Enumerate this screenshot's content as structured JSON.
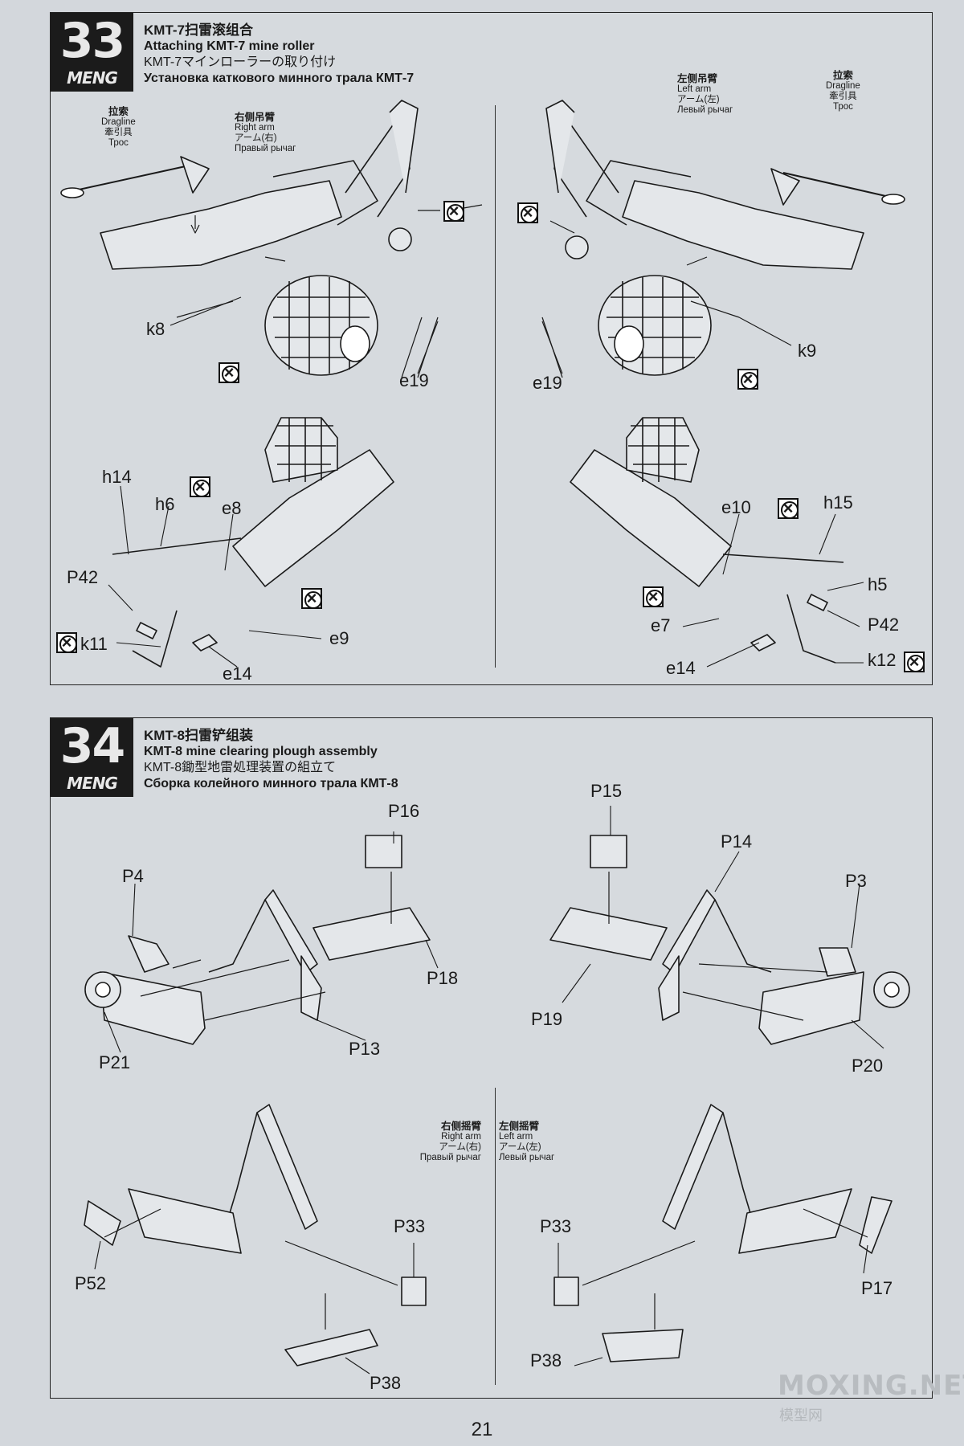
{
  "step33": {
    "number": "33",
    "brand": "MENG",
    "title_cn": "KMT-7扫雷滚组合",
    "title_en": "Attaching KMT-7 mine roller",
    "title_jp": "KMT-7マインローラーの取り付け",
    "title_ru": "Установка каткового минного трала КМТ-7",
    "left_labels": {
      "dragline": {
        "cn": "拉索",
        "en": "Dragline",
        "jp": "牽引具",
        "ru": "Трос"
      },
      "arm": {
        "cn": "右侧吊臂",
        "en": "Right arm",
        "jp": "アーム(右)",
        "ru": "Правый рычаг"
      }
    },
    "right_labels": {
      "arm": {
        "cn": "左侧吊臂",
        "en": "Left arm",
        "jp": "アーム(左)",
        "ru": "Левый рычаг"
      },
      "dragline": {
        "cn": "拉索",
        "en": "Dragline",
        "jp": "牽引具",
        "ru": "Трос"
      }
    },
    "parts": [
      "k8",
      "e19",
      "e19",
      "k9",
      "h14",
      "h6",
      "e8",
      "P42",
      "k11",
      "e14",
      "e9",
      "e10",
      "h15",
      "h5",
      "e7",
      "P42",
      "e14",
      "k12"
    ]
  },
  "step34": {
    "number": "34",
    "brand": "MENG",
    "title_cn": "KMT-8扫雷铲组装",
    "title_en": "KMT-8 mine clearing plough assembly",
    "title_jp": "KMT-8鋤型地雷処理装置の組立て",
    "title_ru": "Сборка колейного минного трала КМТ-8",
    "right_arm": {
      "cn": "右侧摇臂",
      "en": "Right arm",
      "jp": "アーム(右)",
      "ru": "Правый рычаг"
    },
    "left_arm": {
      "cn": "左侧摇臂",
      "en": "Left arm",
      "jp": "アーム(左)",
      "ru": "Левый рычаг"
    },
    "parts": [
      "P16",
      "P4",
      "P18",
      "P21",
      "P13",
      "P15",
      "P14",
      "P3",
      "P19",
      "P20",
      "P52",
      "P33",
      "P38",
      "P33",
      "P17",
      "P38"
    ]
  },
  "page_number": "21",
  "watermark": "MOXING.NET",
  "watermark_sub": "模型网"
}
